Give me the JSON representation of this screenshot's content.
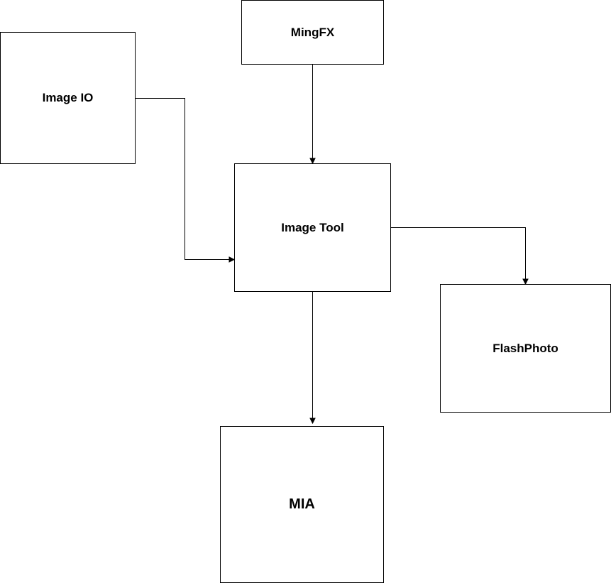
{
  "diagram": {
    "nodes": {
      "mingfx": {
        "label": "MingFX"
      },
      "image_io": {
        "label": "Image IO"
      },
      "image_tool": {
        "label": "Image Tool"
      },
      "flashphoto": {
        "label": "FlashPhoto"
      },
      "mia": {
        "label": "MIA"
      }
    },
    "edges": [
      {
        "from": "MingFX",
        "to": "Image Tool"
      },
      {
        "from": "Image IO",
        "to": "Image Tool"
      },
      {
        "from": "Image Tool",
        "to": "FlashPhoto"
      },
      {
        "from": "Image Tool",
        "to": "MIA"
      }
    ]
  }
}
